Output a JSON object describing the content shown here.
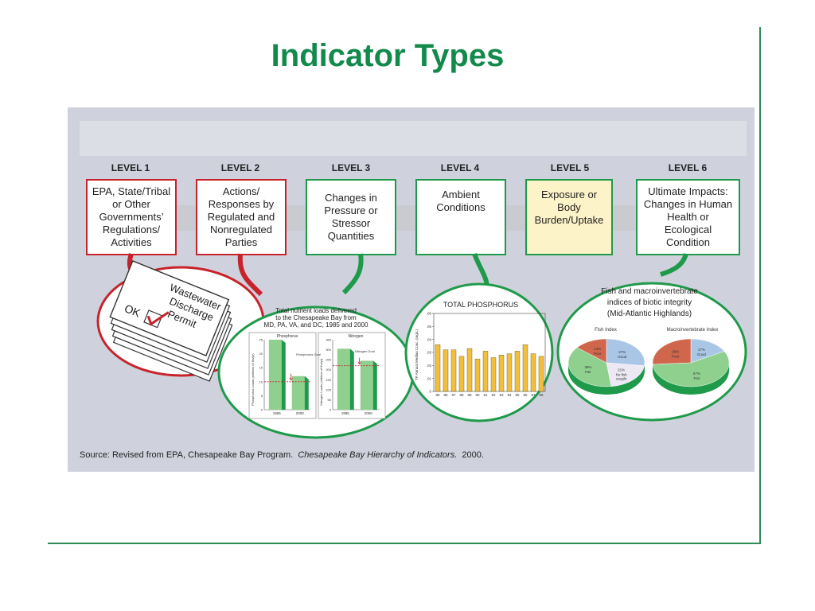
{
  "slide": {
    "title": "Indicator Types"
  },
  "levels": [
    {
      "label": "LEVEL 1",
      "text": "EPA, State/Tribal\nor Other\nGovernments’\nRegulations/\nActivities"
    },
    {
      "label": "LEVEL 2",
      "text": "Actions/\nResponses by\nRegulated and\nNonregulated\nParties"
    },
    {
      "label": "LEVEL 3",
      "text": "Changes in\nPressure or\nStressor\nQuantities"
    },
    {
      "label": "LEVEL 4",
      "text": "Ambient\nConditions"
    },
    {
      "label": "LEVEL 5",
      "text": "Exposure or\nBody\nBurden/Uptake"
    },
    {
      "label": "LEVEL 6",
      "text": "Ultimate Impacts:\nChanges in Human\nHealth or\nEcological\nCondition"
    }
  ],
  "permit": {
    "line1": "Wastewater",
    "line2": "Discharge",
    "line3": "Permit",
    "ok": "OK"
  },
  "nutrient": {
    "title_lines": [
      "Total nutrient loads delivered",
      "to the Chesapeake Bay from",
      "MD, PA, VA, and DC, 1985 and 2000"
    ],
    "phosphorus": {
      "title": "Phosphorus",
      "goal": "Phosphorus Goal",
      "ylabel": "Phosphorus Loads (millions of lbs/yr)"
    },
    "nitrogen": {
      "title": "Nitrogen",
      "goal": "Nitrogen Goal",
      "ylabel": "Nitrogen Loads (millions of lbs/yr)"
    }
  },
  "pies": {
    "title_lines": [
      "Fish and macroinvertebrate",
      "indices of biotic integrity",
      "(Mid-Atlantic Highlands)"
    ],
    "fish": {
      "title": "Fish Index"
    },
    "macro": {
      "title": "Macroinvertebrate Index"
    }
  },
  "colors": {
    "green_dark": "#1f9a4a",
    "green_light": "#8fd08f",
    "red": "#c8232c",
    "cream": "#fdf3c8",
    "bar_gold": "#f1bf3a",
    "pie_blue": "#a9c6e6",
    "pie_red": "#d0664c",
    "pie_lavender": "#ece8f4"
  },
  "chart_data": [
    {
      "type": "bar",
      "title": "Phosphorus",
      "categories": [
        "1985",
        "2000"
      ],
      "values": [
        25,
        12
      ],
      "goal": 10,
      "ylim": [
        0,
        25
      ],
      "yticks": [
        0,
        5,
        10,
        15,
        20,
        25
      ]
    },
    {
      "type": "bar",
      "title": "Nitrogen",
      "categories": [
        "1985",
        "2000"
      ],
      "values": [
        305,
        245
      ],
      "goal": 220,
      "ylim": [
        0,
        350
      ],
      "yticks": [
        0,
        50,
        100,
        150,
        200,
        250,
        300,
        350
      ]
    },
    {
      "type": "bar",
      "title": "TOTAL PHOSPHORUS",
      "ylabel": "TP Annual Median  Conc. (mg/L)",
      "categories": [
        "85",
        "86",
        "87",
        "88",
        "89",
        "90",
        "91",
        "92",
        "93",
        "94",
        "95",
        "96",
        "97",
        "98"
      ],
      "values": [
        0.036,
        0.032,
        0.032,
        0.027,
        0.033,
        0.025,
        0.031,
        0.026,
        0.028,
        0.029,
        0.031,
        0.036,
        0.029,
        0.027
      ],
      "ylim": [
        0,
        0.06
      ],
      "yticks": [
        0,
        0.01,
        0.02,
        0.03,
        0.04,
        0.05,
        0.06
      ]
    },
    {
      "type": "pie",
      "title": "Fish Index",
      "slices": [
        {
          "label": "Good",
          "value": 27,
          "text": "27%",
          "color": "#a9c6e6"
        },
        {
          "label": "No fish caught",
          "value": 21,
          "text": "21%",
          "color": "#ece8f4"
        },
        {
          "label": "Fair",
          "value": 38,
          "text": "38%",
          "color": "#8fd08f"
        },
        {
          "label": "Poor",
          "value": 14,
          "text": "14%",
          "color": "#d0664c"
        }
      ]
    },
    {
      "type": "pie",
      "title": "Macroinvertebrate Index",
      "slices": [
        {
          "label": "Good",
          "value": 17,
          "text": "17%",
          "color": "#a9c6e6"
        },
        {
          "label": "Fair",
          "value": 57,
          "text": "57%",
          "color": "#8fd08f"
        },
        {
          "label": "Poor",
          "value": 26,
          "text": "26%",
          "color": "#d0664c"
        }
      ]
    }
  ],
  "source": {
    "prefix": "Source: Revised from EPA, Chesapeake Bay Program.",
    "italic": "Chesapeake Bay Hierarchy of Indicators.",
    "year": "2000."
  }
}
